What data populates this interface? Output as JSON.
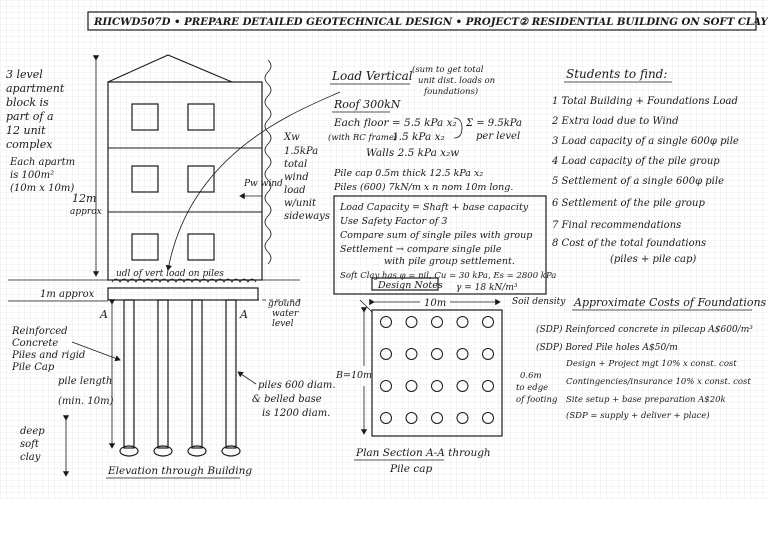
{
  "title": "RIICWD507D • PREPARE DETAILED GEOTECHNICAL DESIGN • PROJECT② RESIDENTIAL BUILDING ON SOFT CLAY",
  "building_notes": [
    "3 level",
    "apartment",
    "block is",
    "part of a",
    "12 unit",
    "complex",
    "Each apartm",
    "is 100m²",
    "(10m x 10m)"
  ],
  "height": {
    "value": "12m",
    "note": "approx"
  },
  "depth": "1m approx",
  "wind": {
    "label": "Xw",
    "lines": [
      "1.5kPa",
      "total",
      "wind",
      "load",
      "w/unit",
      "sideways"
    ],
    "arrow": "Pw wind"
  },
  "load_vertical": {
    "title": "Load Vertical",
    "note": [
      "(sum to get total",
      "unit dist. loads on",
      "foundations)"
    ],
    "roof": "Roof 300kN",
    "floor": "Each floor = 5.5 kPa x₂",
    "frame": "(with RC frame)",
    "live": "1.5 kPa x₂",
    "walls": "Walls 2.5 kPa x₂w",
    "sum": [
      "Σ = 9.5kPa",
      "per level"
    ],
    "pile_cap": "Pile cap 0.5m thick 12.5 kPa x₂",
    "piles": "Piles (600) 7kN/m x n nom 10m long."
  },
  "capacity_box": [
    "Load Capacity = Shaft + base capacity",
    "Use Safety Factor of 3",
    "Compare sum of single piles with group",
    "Settlement → compare single pile",
    "with pile group settlement.",
    "Soft Clay has φ = nil, Cu = 30 kPa, Es = 2800 kPa"
  ],
  "design_notes": "Design Notes",
  "unit_weight": "γ = 18 kN/m³",
  "soil_density": "Soil density",
  "ground_water": [
    "ground",
    "water",
    "level"
  ],
  "udl_label": "udl of vert load on piles",
  "reinforced": [
    "Reinforced",
    "Concrete",
    "Piles and rigid",
    "Pile Cap"
  ],
  "pile_length": [
    "pile length",
    "(min. 10m)"
  ],
  "piles_note": [
    "piles 600 diam.",
    "& belled base",
    "is 1200 diam."
  ],
  "clay": [
    "deep",
    "soft",
    "clay"
  ],
  "section_mark": "A",
  "elevation_caption": "Elevation through Building",
  "plan": {
    "width": "10m",
    "depth": "B=10m",
    "edge": [
      "0.6m",
      "to edge",
      "of footing"
    ],
    "grid_rows": 4,
    "grid_cols": 5,
    "caption": [
      "Plan Section A-A through",
      "Pile cap"
    ]
  },
  "tasks_title": "Students to find:",
  "tasks": [
    "1 Total Building + Foundations Load",
    "2 Extra load due to Wind",
    "3 Load capacity of a single 600φ pile",
    "4 Load capacity of the pile group",
    "5 Settlement of a single 600φ pile",
    "6 Settlement of the pile group",
    "7 Final recommendations",
    "8 Cost of the total foundations",
    "(piles + pile cap)"
  ],
  "costs_title": "Approximate Costs of Foundations",
  "costs": [
    "(SDP) Reinforced concrete in pilecap A$600/m³",
    "(SDP) Bored Pile holes A$50/m",
    "Design + Project mgt 10% x const. cost",
    "Contingencies/insurance 10% x const. cost",
    "Site setup + base preparation A$20k",
    "(SDP = supply + deliver + place)"
  ]
}
